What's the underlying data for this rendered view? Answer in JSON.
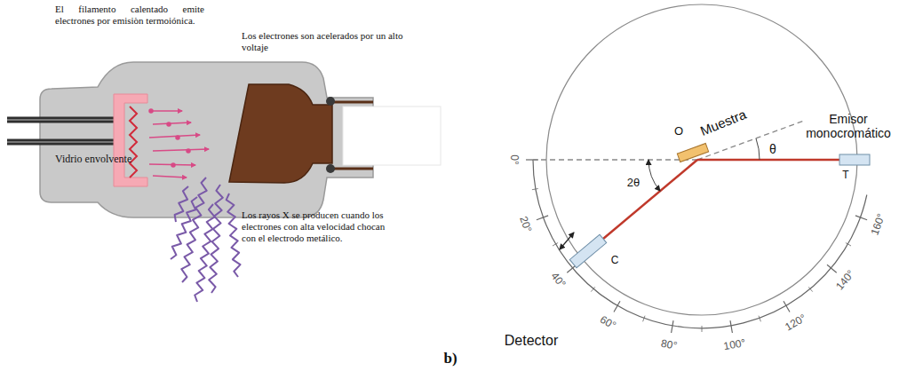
{
  "diagram": {
    "caption": "b)",
    "labels": [
      "El filamento calentado emite electrones por emisiòn termoiónica.",
      "Los electrones son acelerados por un alto voltaje",
      "Vidrio envolvente",
      "Los rayos X se producen cuando los electrones con alta velocidad chocan con el electrodo metálico.",
      "0°",
      "O",
      "Muestra",
      "Emisor monocromático",
      "θ",
      "2θ",
      "T",
      "20°",
      "C",
      "40°",
      "160°",
      "Detector",
      "60°",
      "140°",
      "80°",
      "100°",
      "120°"
    ]
  }
}
